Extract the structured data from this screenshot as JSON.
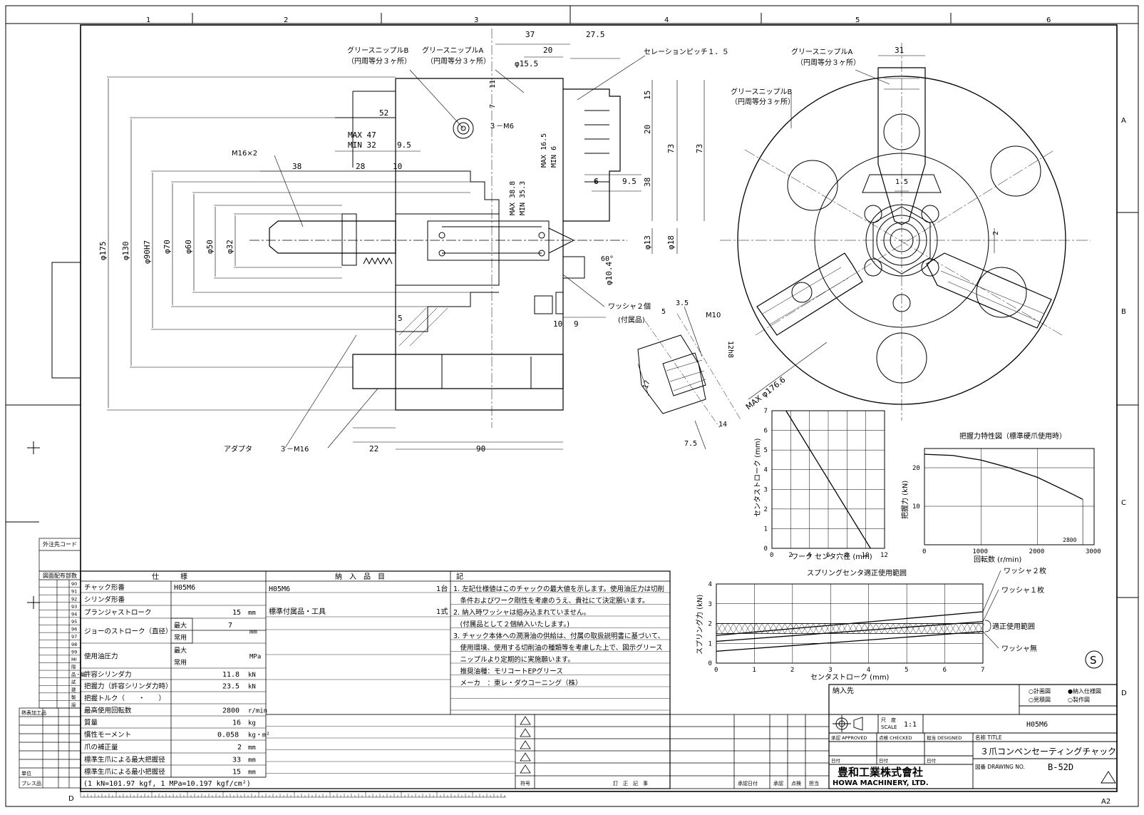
{
  "frame": {
    "col_markers": [
      "1",
      "2",
      "3",
      "4",
      "5",
      "6"
    ],
    "row_markers": [
      "A",
      "B",
      "C",
      "D"
    ],
    "bottom_left_marker": "D",
    "sheet_size": "A2"
  },
  "drawing": {
    "callouts": {
      "grease_b": "グリースニップルB",
      "grease_b_sub": "（円周等分３ヶ所）",
      "grease_a": "グリースニップルA",
      "grease_a_sub": "（円周等分３ヶ所）",
      "serration": "セレーションピッチ１．５",
      "m16x2": "M16×2",
      "three_m6": "３－M6",
      "three_m16": "３－M16",
      "adapter": "アダプタ",
      "washer2": "ワッシャ２個",
      "washer2_sub": "(付属品)",
      "m10": "M10",
      "max_phi": "MAX φ176.6"
    },
    "dims": {
      "d37": "37",
      "d27_5": "27.5",
      "d20": "20",
      "phi15_5": "φ15.5",
      "d7": "7",
      "d11": "11",
      "d52": "52",
      "max47": "MAX 47",
      "min32": "MIN 32",
      "d9_5a": "9.5",
      "d38": "38",
      "d28": "28",
      "d10": "10",
      "max16_5": "MAX 16.5",
      "min6": "MIN 6",
      "max38_8": "MAX 38.8",
      "min35_3": "MIN 35.3",
      "d15": "15",
      "d20b": "20",
      "d73a": "73",
      "d73b": "73",
      "d6": "6",
      "d9_5b": "9.5",
      "d38b": "38",
      "phi13": "φ13",
      "phi18": "φ18",
      "d60": "60°",
      "phi10_4": "φ10.4",
      "phi175": "φ175",
      "phi130": "φ130",
      "phi90h7": "φ90H7",
      "phi70": "φ70",
      "phi60": "φ60",
      "phi50": "φ50",
      "phi32": "φ32",
      "d5": "5",
      "d10b": "10",
      "d9": "9",
      "d22": "22",
      "d90": "90",
      "d5b": "5",
      "d3_5": "3.5",
      "d12h8": "12h8",
      "d17": "17",
      "d14": "14",
      "d7_5": "7.5",
      "d31": "31",
      "d1_5": "1.5",
      "d2": "2"
    }
  },
  "chart_data": [
    {
      "type": "line",
      "xlabel": "ワーク センタ穴径 (mm)",
      "ylabel": "センタストローク (mm)",
      "xlim": [
        0,
        12
      ],
      "ylim": [
        0,
        7
      ],
      "xticks": [
        "0",
        "2",
        "4",
        "6",
        "8",
        "10",
        "12"
      ],
      "yticks": [
        "0",
        "1",
        "2",
        "3",
        "4",
        "5",
        "6",
        "7"
      ],
      "grid": true,
      "series": [
        {
          "x": [
            1.5,
            10.5
          ],
          "y": [
            7,
            0
          ]
        }
      ]
    },
    {
      "type": "line",
      "title": "把握力特性図（標準硬爪使用時）",
      "xlabel": "回転数 (r/min)",
      "ylabel": "把握力 (kN)",
      "xlim": [
        0,
        3000
      ],
      "ylim": [
        0,
        25
      ],
      "xticks": [
        "0",
        "1000",
        "2000",
        "3000"
      ],
      "yticks": [
        "10",
        "20"
      ],
      "annotation": "2800",
      "grid": true,
      "series": [
        {
          "x": [
            0,
            500,
            1000,
            1500,
            2000,
            2500,
            2800
          ],
          "y": [
            23.5,
            23.2,
            22.0,
            20.0,
            17.5,
            14.0,
            11.8
          ]
        }
      ]
    },
    {
      "type": "line",
      "title": "スプリングセンタ適正使用範囲",
      "xlabel": "センタストローク (mm)",
      "ylabel": "スプリング力 (kN)",
      "xlim": [
        0,
        7
      ],
      "ylim": [
        0,
        4
      ],
      "xticks": [
        "0",
        "1",
        "2",
        "3",
        "4",
        "5",
        "6",
        "7"
      ],
      "yticks": [
        "0",
        "1",
        "2",
        "3",
        "4"
      ],
      "grid": true,
      "band": {
        "label": "適正使用範囲",
        "y": [
          1.5,
          2.0
        ]
      },
      "series": [
        {
          "name": "ワッシャ２枚",
          "x": [
            0,
            7
          ],
          "y": [
            1.4,
            2.6
          ]
        },
        {
          "name": "ワッシャ１枚",
          "x": [
            0,
            7
          ],
          "y": [
            1.1,
            2.1
          ]
        },
        {
          "name": "ワッシャ無",
          "x": [
            0,
            7
          ],
          "y": [
            0.6,
            1.6
          ]
        }
      ]
    }
  ],
  "left_tables": {
    "outsource": "外注先コード",
    "distribution": "図面配布部数",
    "dist_rows": [
      "90",
      "91",
      "92",
      "93",
      "94",
      "95",
      "96",
      "97",
      "98",
      "99",
      "MI",
      "限",
      "品・量",
      "試",
      "建",
      "製",
      "設"
    ],
    "process": "熱表加工品",
    "press": "プレス品",
    "unit": "単位"
  },
  "spec": {
    "header": "仕　　　様",
    "rows": [
      {
        "label": "チャック形番",
        "value": "H05M6",
        "unit": ""
      },
      {
        "label": "シリンダ形番",
        "value": "",
        "unit": ""
      },
      {
        "label": "プランジャストローク",
        "value": "15",
        "unit": "mm"
      },
      {
        "label": "ジョーのストローク（直径）",
        "sub1": "最大",
        "sub2": "常用",
        "value": "7",
        "unit": "mm"
      },
      {
        "label": "使用油圧力",
        "sub1": "最大",
        "sub2": "常用",
        "value": "",
        "unit": "MPa"
      },
      {
        "label": "許容シリンダ力",
        "value": "11.8",
        "unit": "kN"
      },
      {
        "label": "把握力（許容シリンダ力時）",
        "value": "23.5",
        "unit": "kN"
      },
      {
        "label": "把握トルク（　　・　　）",
        "value": "",
        "unit": ""
      },
      {
        "label": "最高使用回転数",
        "value": "2800",
        "unit": "r/min"
      },
      {
        "label": "質量",
        "value": "16",
        "unit": "kg"
      },
      {
        "label": "慣性モーメント",
        "value": "0.058",
        "unit": "kg・m²"
      },
      {
        "label": "爪の補正量",
        "value": "2",
        "unit": "mm"
      },
      {
        "label": "標準生爪による最大把握径",
        "value": "33",
        "unit": "mm"
      },
      {
        "label": "標準生爪による最小把握径",
        "value": "15",
        "unit": "mm"
      }
    ],
    "footer": "(1 kN=101.97 kgf, 1 MPa=10.197 kgf/cm²)"
  },
  "delivery": {
    "header": "納　入　品　目",
    "rows": [
      {
        "item": "H05M6",
        "qty": "1台"
      },
      {
        "item": "標準付属品・工具",
        "qty": "1式"
      }
    ]
  },
  "notes": {
    "header": "記",
    "lines": [
      "1. 左記仕様値はこのチャックの最大値を示します。使用油圧力は切削",
      "　条件およびワーク剛性を考慮のうえ、貴社にて決定願います。",
      "2. 納入時ワッシャは組み込まれていません。",
      "　(付属品として２個納入いたします。)",
      "3. チャック本体への潤滑油の供給は、付属の取扱説明書に基づいて、",
      "　使用環境、使用する切削油の種類等を考慮した上で、図示グリース",
      "　ニップルより定期的に実施願います。",
      "　推奨油種：モリコートEPグリース",
      "　メーカ　：東レ・ダウコーニング（株）"
    ]
  },
  "revision": {
    "symbol": "符号",
    "content": "訂　正　記　事",
    "date": "承認日付",
    "approve": "承認",
    "check": "点検",
    "person": "担当"
  },
  "title_block": {
    "customer_label": "納入先",
    "opt_plan": "○計画図",
    "opt_delivery": "●納入仕様図",
    "opt_estimate": "○見積図",
    "opt_production": "○製作図",
    "scale_label": "尺　度\nSCALE",
    "scale": "1:1",
    "model": "H05M6",
    "approved": "承認 APPROVED",
    "checked": "点検 CHECKED",
    "designed": "担当 DESIGNED",
    "date1": "日付",
    "date2": "日付",
    "date3": "日付",
    "title_label": "名称 TITLE",
    "title": "３爪コンペンセーティングチャック",
    "company_jp": "豊和工業株式會社",
    "company_en": "HOWA MACHINERY, LTD.",
    "drawing_no_label": "図番 DRAWING NO.",
    "drawing_no": "B-52D",
    "s_mark": "S"
  }
}
